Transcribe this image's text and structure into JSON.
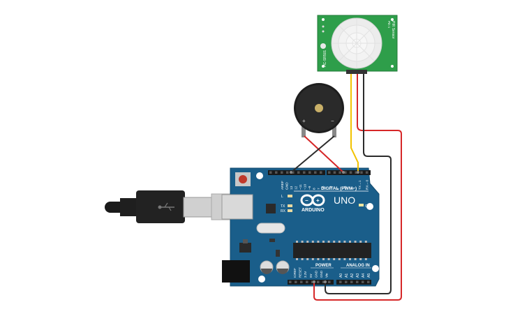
{
  "pir_sensor": {
    "left_label": "HC-SR501",
    "right_label": "PIR Sensor",
    "right_sub": "Pin 1"
  },
  "buzzer": {
    "plus_label": "+",
    "minus_label": "−"
  },
  "arduino": {
    "logo_text": "ARDUINO",
    "model": "UNO",
    "on_label": "ON",
    "tx_label": "TX",
    "rx_label": "RX",
    "l_label": "L",
    "digital_label": "DIGITAL (PWM~)",
    "power_label": "POWER",
    "analog_label": "ANALOG IN",
    "top_pins": [
      "AREF",
      "GND",
      "13",
      "12",
      "~11",
      "~10",
      "~9",
      "8",
      "7",
      "~6",
      "~5",
      "4",
      "~3",
      "2",
      "TX→1",
      "RX←0"
    ],
    "power_pins": [
      "IOREF",
      "RESET",
      "3.3V",
      "5V",
      "GND",
      "GND",
      "Vin"
    ],
    "analog_pins": [
      "A0",
      "A1",
      "A2",
      "A3",
      "A4",
      "A5"
    ]
  },
  "wire_colors": {
    "red": "#d62728",
    "black": "#2b2b2b",
    "yellow": "#f2c200"
  }
}
